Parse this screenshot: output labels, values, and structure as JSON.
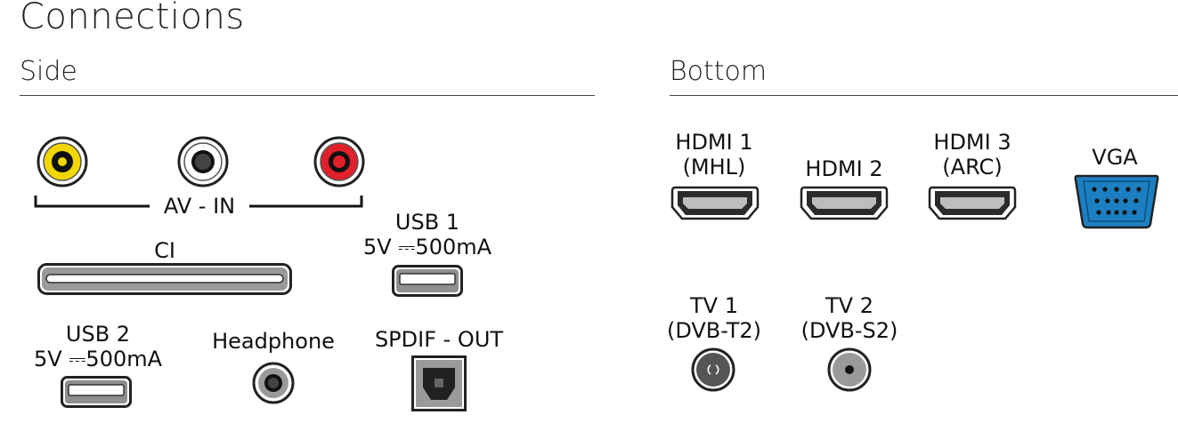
{
  "title": "Connections",
  "sections": {
    "side": "Side",
    "bottom": "Bottom"
  },
  "side": {
    "av_in": "AV - IN",
    "ci": "CI",
    "usb1": {
      "name": "USB 1",
      "spec": "5V ⎓500mA"
    },
    "usb2": {
      "name": "USB 2",
      "spec": "5V ⎓500mA"
    },
    "headphone": "Headphone",
    "spdif": "SPDIF - OUT"
  },
  "bottom": {
    "hdmi1": {
      "name": "HDMI 1",
      "sub": "(MHL)"
    },
    "hdmi2": {
      "name": "HDMI 2"
    },
    "hdmi3": {
      "name": "HDMI 3",
      "sub": "(ARC)"
    },
    "vga": "VGA",
    "tv1": {
      "name": "TV 1",
      "sub": "(DVB-T2)"
    },
    "tv2": {
      "name": "TV 2",
      "sub": "(DVB-S2)"
    }
  },
  "colors": {
    "av_video": "#f2d600",
    "av_audio_left": "#ffffff",
    "av_audio_right": "#e0202a",
    "vga_body": "#1c7fc2",
    "port_dark": "#2b2b2b",
    "port_grey": "#9a9a9a"
  }
}
